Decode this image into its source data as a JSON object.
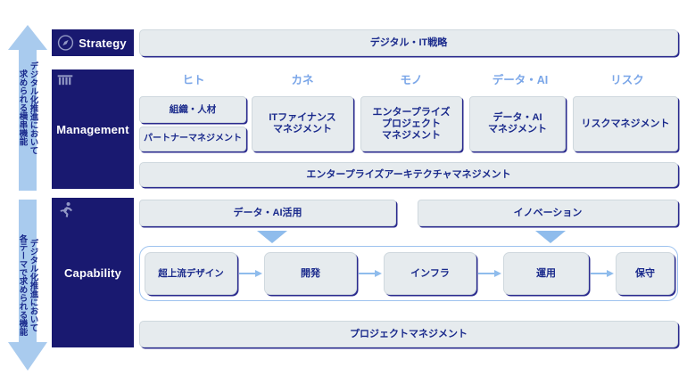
{
  "colors": {
    "navy": "#191970",
    "box_fill": "#e6ebee",
    "box_text": "#1a2a8c",
    "header_text": "#7aa6e8",
    "arrow_blue": "#8fbcec",
    "group_border": "#9ec3ef"
  },
  "side_arrows": [
    {
      "name": "management-scope-arrow",
      "direction": "up",
      "lines": [
        "デジタル化推進において",
        "求められる横串機能"
      ]
    },
    {
      "name": "capability-scope-arrow",
      "direction": "down",
      "lines": [
        "デジタル化推進において",
        "各テーマで求められる機能"
      ]
    }
  ],
  "layers": {
    "strategy": {
      "label": "Strategy",
      "icon": "compass-icon",
      "bar": "デジタル・IT戦略"
    },
    "management": {
      "label": "Management",
      "icon": "bank-building-icon",
      "columns": [
        "ヒト",
        "カネ",
        "モノ",
        "データ・AI",
        "リスク"
      ],
      "cards": [
        {
          "text": "組織・人材"
        },
        {
          "text": "パートナーマネジメント"
        },
        {
          "text": "ITファイナンス\nマネジメント"
        },
        {
          "text": "エンタープライズ\nプロジェクト\nマネジメント"
        },
        {
          "text": "データ・AI\nマネジメント"
        },
        {
          "text": "リスクマネジメント"
        }
      ],
      "footer_bar": "エンタープライズアーキテクチャマネジメント"
    },
    "capability": {
      "label": "Capability",
      "icon": "running-person-icon",
      "themes": [
        "データ・AI活用",
        "イノベーション"
      ],
      "process": [
        "超上流デザイン",
        "開発",
        "インフラ",
        "運用",
        "保守"
      ],
      "footer_bar": "プロジェクトマネジメント"
    }
  }
}
